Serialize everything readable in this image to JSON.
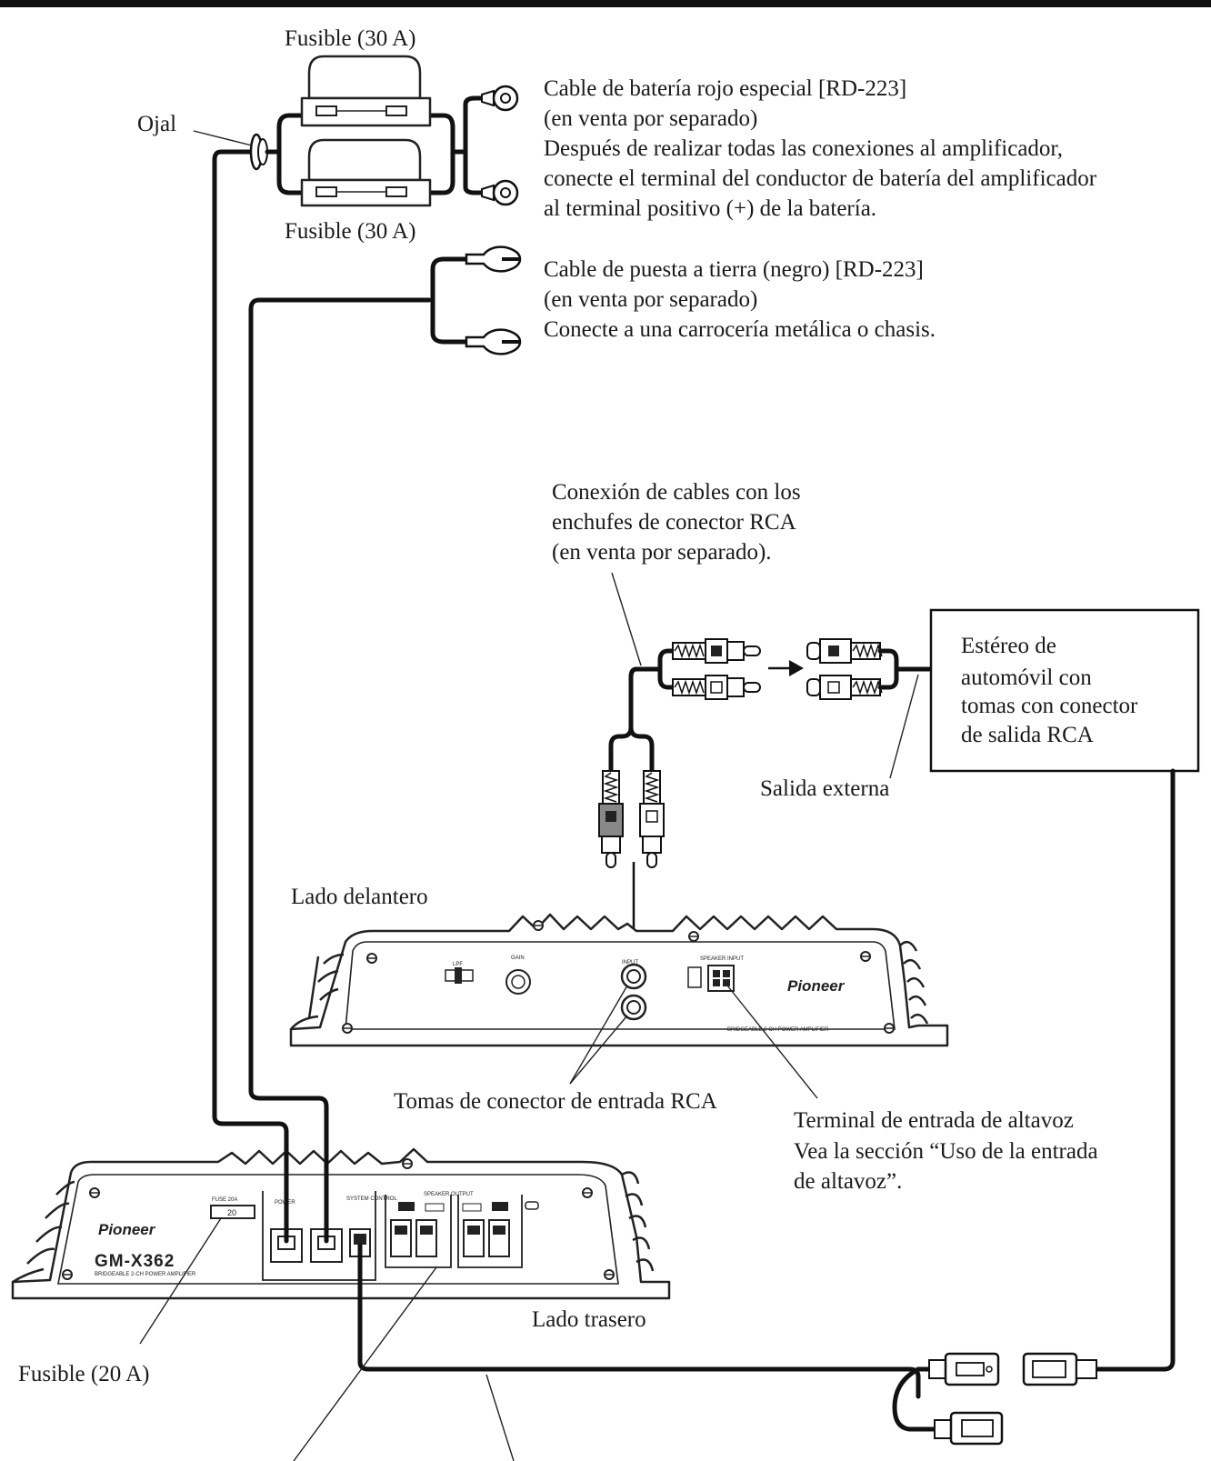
{
  "labels": {
    "fuse_top": "Fusible (30 A)",
    "fuse_bottom": "Fusible (30 A)",
    "grommet": "Ojal",
    "battery_cable": [
      "Cable de batería rojo especial [RD-223]",
      "(en venta por separado)",
      "Después de realizar todas las conexiones al amplificador,",
      "conecte el terminal del conductor de batería del amplificador",
      "al terminal positivo (+) de la batería."
    ],
    "ground_cable": [
      "Cable de puesta a tierra (negro) [RD-223]",
      "(en venta por separado)",
      "Conecte a una carrocería metálica o chasis."
    ],
    "rca_connection": [
      "Conexión de cables con los",
      "enchufes de conector RCA",
      "(en venta por separado)."
    ],
    "stereo_box": [
      "Estéreo de",
      "automóvil con",
      "tomas con conector",
      "de salida RCA"
    ],
    "external_output": "Salida externa",
    "front_side": "Lado delantero",
    "rca_input_jacks": "Tomas de conector de entrada RCA",
    "speaker_input": [
      "Terminal de entrada de altavoz",
      "Vea la sección “Uso de la entrada",
      "de altavoz”."
    ],
    "rear_side": "Lado trasero",
    "fuse_amp": "Fusible (20 A)"
  },
  "amplifier": {
    "brand": "Pioneer",
    "model": "GM-X362",
    "fuse_value": "20",
    "fuse_panel": "FUSE 20A",
    "power_label": "POWER",
    "system_control": "SYSTEM CONTROL",
    "speaker_output": "SPEAKER OUTPUT",
    "speaker_input_panel": "SPEAKER INPUT",
    "lpf": "LPF",
    "gain": "GAIN",
    "input": "INPUT",
    "subtitle": "BRIDGEABLE 2-CH POWER AMPLIFIER"
  }
}
